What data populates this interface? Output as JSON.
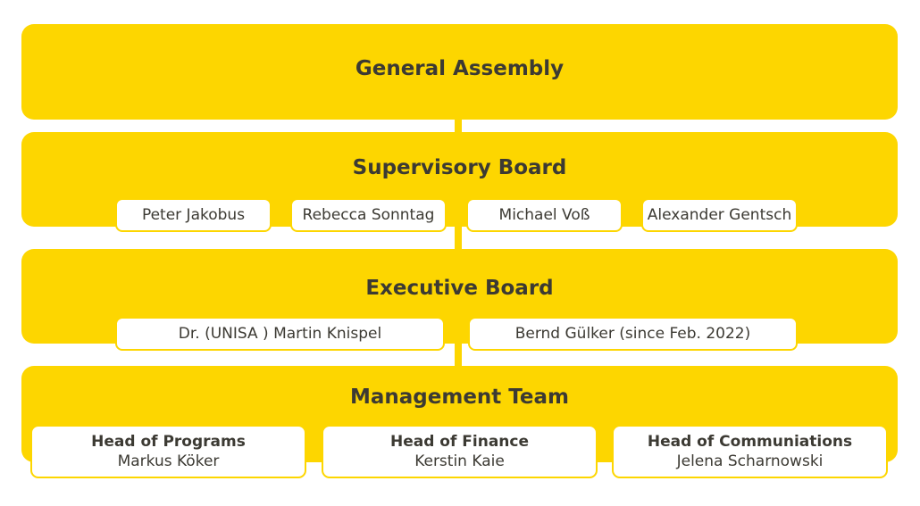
{
  "general_assembly": {
    "title": "General Assembly"
  },
  "supervisory_board": {
    "title": "Supervisory Board",
    "members": [
      "Peter Jakobus",
      "Rebecca Sonntag",
      "Michael Voß",
      "Alexander Gentsch"
    ]
  },
  "executive_board": {
    "title": "Executive Board",
    "members": [
      "Dr. (UNISA ) Martin Knispel",
      "Bernd Gülker (since Feb. 2022)"
    ]
  },
  "management_team": {
    "title": "Management Team",
    "heads": [
      {
        "role": "Head of Programs",
        "name": "Markus Köker"
      },
      {
        "role": "Head of Finance",
        "name": "Kerstin Kaie"
      },
      {
        "role": "Head of Communiations",
        "name": "Jelena Scharnowski"
      }
    ]
  },
  "colors": {
    "accent": "#fdd600",
    "text": "#3c3a33",
    "card_bg": "#ffffff"
  }
}
